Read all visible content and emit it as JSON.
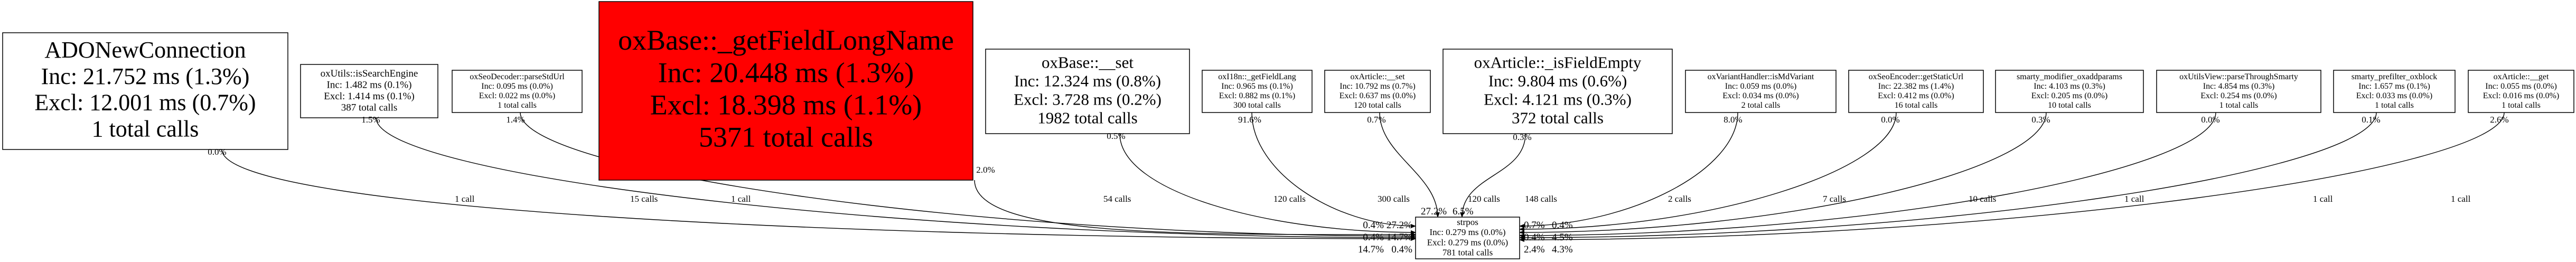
{
  "colors": {
    "hot_node": "#ff0000",
    "node": "#ffffff",
    "stroke": "#000000"
  },
  "nodes": [
    {
      "name": "ADONewConnection",
      "inc": "Inc: 21.752 ms (1.3%)",
      "excl": "Excl: 12.001 ms (0.7%)",
      "calls": "1 total calls"
    },
    {
      "name": "oxUtils::isSearchEngine",
      "inc": "Inc: 1.482 ms (0.1%)",
      "excl": "Excl: 1.414 ms (0.1%)",
      "calls": "387 total calls"
    },
    {
      "name": "oxSeoDecoder::parseStdUrl",
      "inc": "Inc: 0.095 ms (0.0%)",
      "excl": "Excl: 0.022 ms (0.0%)",
      "calls": "1 total calls"
    },
    {
      "name": "oxBase::_getFieldLongName",
      "inc": "Inc: 20.448 ms (1.3%)",
      "excl": "Excl: 18.398 ms (1.1%)",
      "calls": "5371 total calls",
      "hot": true
    },
    {
      "name": "oxBase::__set",
      "inc": "Inc: 12.324 ms (0.8%)",
      "excl": "Excl: 3.728 ms (0.2%)",
      "calls": "1982 total calls"
    },
    {
      "name": "oxI18n::_getFieldLang",
      "inc": "Inc: 0.965 ms (0.1%)",
      "excl": "Excl: 0.882 ms (0.1%)",
      "calls": "300 total calls"
    },
    {
      "name": "oxArticle::__set",
      "inc": "Inc: 10.792 ms (0.7%)",
      "excl": "Excl: 0.637 ms (0.0%)",
      "calls": "120 total calls"
    },
    {
      "name": "oxArticle::_isFieldEmpty",
      "inc": "Inc: 9.804 ms (0.6%)",
      "excl": "Excl: 4.121 ms (0.3%)",
      "calls": "372 total calls"
    },
    {
      "name": "oxVariantHandler::isMdVariant",
      "inc": "Inc: 0.059 ms (0.0%)",
      "excl": "Excl: 0.034 ms (0.0%)",
      "calls": "2 total calls"
    },
    {
      "name": "oxSeoEncoder::getStaticUrl",
      "inc": "Inc: 22.382 ms (1.4%)",
      "excl": "Excl: 0.412 ms (0.0%)",
      "calls": "16 total calls"
    },
    {
      "name": "smarty_modifier_oxaddparams",
      "inc": "Inc: 4.103 ms (0.3%)",
      "excl": "Excl: 0.205 ms (0.0%)",
      "calls": "10 total calls"
    },
    {
      "name": "oxUtilsView::parseThroughSmarty",
      "inc": "Inc: 4.854 ms (0.3%)",
      "excl": "Excl: 0.254 ms (0.0%)",
      "calls": "1 total calls"
    },
    {
      "name": "smarty_prefilter_oxblock",
      "inc": "Inc: 1.657 ms (0.1%)",
      "excl": "Excl: 0.033 ms (0.0%)",
      "calls": "1 total calls"
    },
    {
      "name": "oxArticle::__get",
      "inc": "Inc: 0.055 ms (0.0%)",
      "excl": "Excl: 0.016 ms (0.0%)",
      "calls": "1 total calls"
    },
    {
      "name": "strpos",
      "inc": "Inc: 0.279 ms (0.0%)",
      "excl": "Excl: 0.279 ms (0.0%)",
      "calls": "781 total calls"
    }
  ],
  "edges": [
    {
      "from": 0,
      "calls": "1 call",
      "tail_pct": "0.0%"
    },
    {
      "from": 1,
      "calls": "15 calls",
      "tail_pct": "1.5%"
    },
    {
      "from": 2,
      "calls": "1 call",
      "tail_pct": "1.4%"
    },
    {
      "from": 3,
      "calls": "54 calls",
      "tail_pct": "2.0%"
    },
    {
      "from": 4,
      "calls": "120 calls",
      "tail_pct": "0.5%"
    },
    {
      "from": 5,
      "calls": "300 calls",
      "tail_pct": "91.6%"
    },
    {
      "from": 6,
      "calls": "120 calls",
      "tail_pct": "0.7%"
    },
    {
      "from": 7,
      "calls": "148 calls",
      "tail_pct": "0.3%"
    },
    {
      "from": 8,
      "calls": "2 calls",
      "tail_pct": "8.0%"
    },
    {
      "from": 9,
      "calls": "7 calls",
      "tail_pct": "0.0%"
    },
    {
      "from": 10,
      "calls": "10 calls",
      "tail_pct": "0.3%"
    },
    {
      "from": 11,
      "calls": "1 call",
      "tail_pct": "0.0%"
    },
    {
      "from": 12,
      "calls": "1 call",
      "tail_pct": "0.1%"
    },
    {
      "from": 13,
      "calls": "1 call",
      "tail_pct": "2.6%"
    }
  ],
  "head_labels": [
    "27.2%",
    "6.5%",
    "27.2%",
    "14.7%",
    "0.4%",
    "0.4%",
    "0.4%",
    "14.7%",
    "0.7%",
    "0.4%",
    "2.4%",
    "0.4%",
    "4.5%",
    "4.3%"
  ]
}
